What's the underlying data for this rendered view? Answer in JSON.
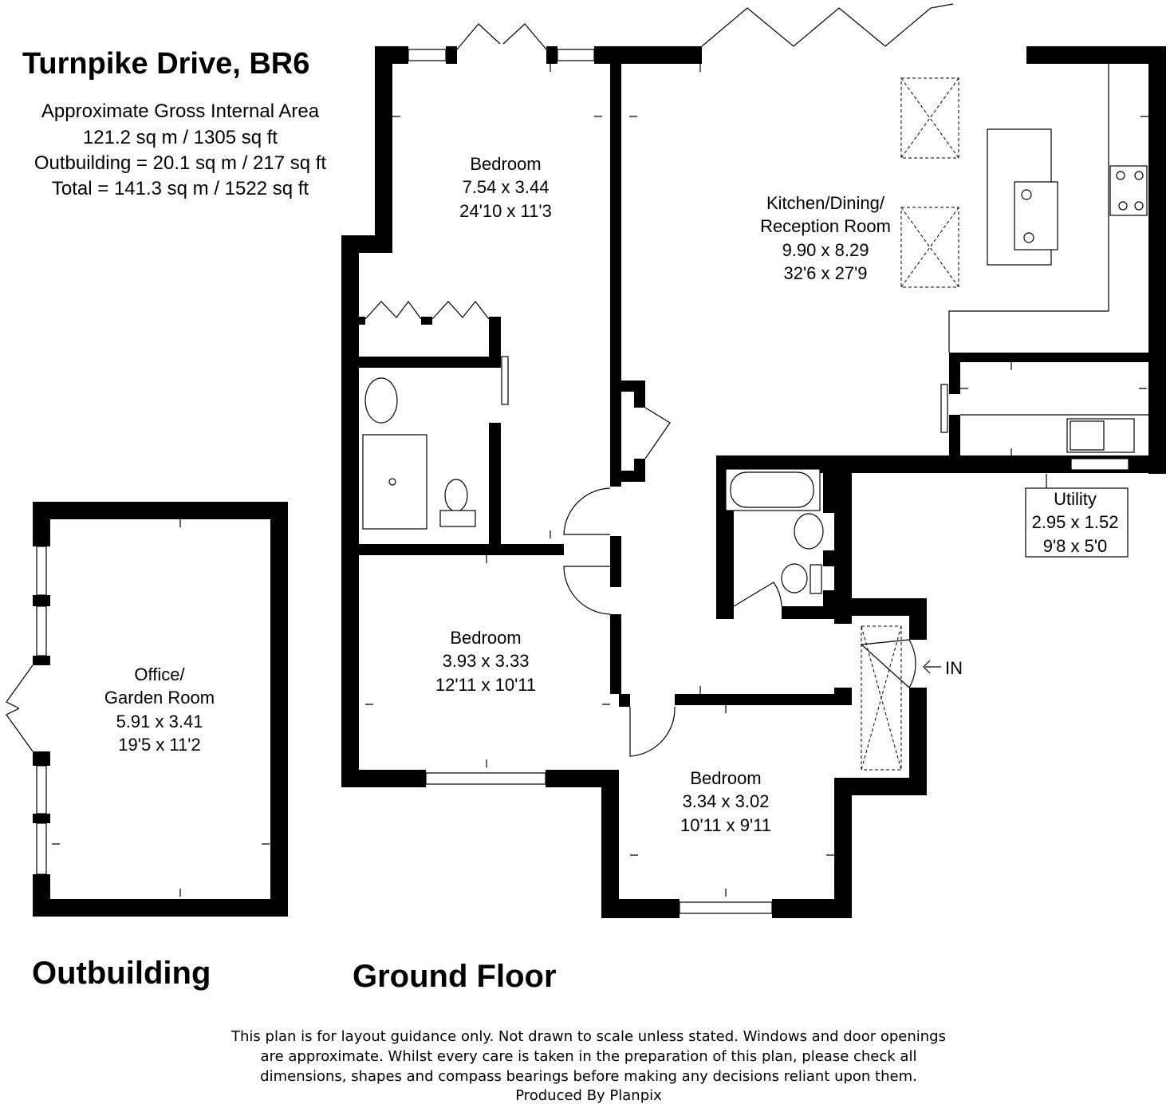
{
  "header": {
    "title": "Turnpike Drive, BR6",
    "area_lines": [
      "Approximate Gross Internal Area",
      "121.2 sq m / 1305 sq ft",
      "Outbuilding = 20.1 sq m / 217 sq ft",
      "Total = 141.3 sq m / 1522 sq ft"
    ]
  },
  "rooms": {
    "bedroom_top": {
      "name": "Bedroom",
      "metric": "7.54 x 3.44",
      "imperial": "24'10 x 11'3"
    },
    "kitchen": {
      "name_1": "Kitchen/Dining/",
      "name_2": "Reception Room",
      "metric": "9.90 x 8.29",
      "imperial": "32'6 x 27'9"
    },
    "utility": {
      "name": "Utility",
      "metric": "2.95 x 1.52",
      "imperial": "9'8 x 5'0"
    },
    "bedroom_middle": {
      "name": "Bedroom",
      "metric": "3.93 x 3.33",
      "imperial": "12'11 x 10'11"
    },
    "bedroom_bottom": {
      "name": "Bedroom",
      "metric": "3.34 x 3.02",
      "imperial": "10'11 x 9'11"
    },
    "office": {
      "name_1": "Office/",
      "name_2": "Garden Room",
      "metric": "5.91 x 3.41",
      "imperial": "19'5 x 11'2"
    }
  },
  "entrance_label": "IN",
  "floor_labels": {
    "outbuilding": "Outbuilding",
    "ground_floor": "Ground Floor"
  },
  "disclaimer": [
    "This plan is for layout guidance only. Not drawn to scale unless stated. Windows and door openings",
    "are approximate. Whilst every care is taken in the preparation of this plan, please check all",
    "dimensions, shapes and compass bearings before making any decisions reliant upon them.",
    "Produced By Planpix"
  ]
}
